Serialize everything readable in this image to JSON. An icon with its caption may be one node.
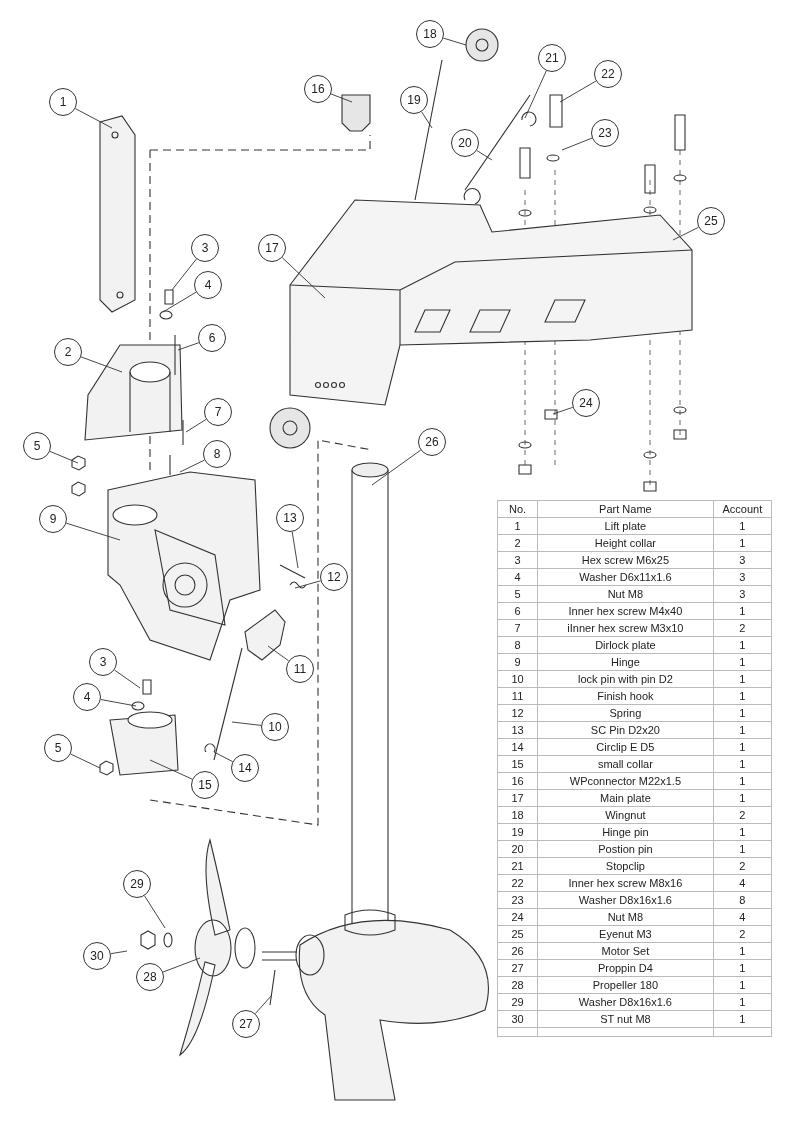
{
  "diagram": {
    "nodes": [
      {
        "text": [
          "1"
        ]
      },
      {
        "text": [
          "16"
        ]
      },
      {
        "text": [
          "18"
        ]
      },
      {
        "text": [
          "19"
        ]
      },
      {
        "text": [
          "21"
        ]
      },
      {
        "text": [
          "20"
        ]
      },
      {
        "text": [
          "22"
        ]
      },
      {
        "text": [
          "23"
        ]
      },
      {
        "text": [
          "17"
        ]
      },
      {
        "text": [
          "25"
        ]
      },
      {
        "text": [
          "3"
        ]
      },
      {
        "text": [
          "4"
        ]
      },
      {
        "text": [
          "6"
        ]
      },
      {
        "text": [
          "2"
        ]
      },
      {
        "text": [
          "7"
        ]
      },
      {
        "text": [
          "24"
        ]
      },
      {
        "text": [
          "26"
        ]
      },
      {
        "text": [
          "5"
        ]
      },
      {
        "text": [
          "8"
        ]
      },
      {
        "text": [
          "9"
        ]
      },
      {
        "text": [
          "13"
        ]
      },
      {
        "text": [
          "12"
        ]
      },
      {
        "text": [
          "11"
        ]
      },
      {
        "text": [
          "3"
        ]
      },
      {
        "text": [
          "4"
        ]
      },
      {
        "text": [
          "10"
        ]
      },
      {
        "text": [
          "5"
        ]
      },
      {
        "text": [
          "14"
        ]
      },
      {
        "text": [
          "15"
        ]
      },
      {
        "text": [
          "29"
        ]
      },
      {
        "text": [
          "30"
        ]
      },
      {
        "text": [
          "28"
        ]
      },
      {
        "text": [
          "27"
        ]
      }
    ],
    "edges": [
      {
        "from": 0,
        "to": null,
        "arrow": "none"
      },
      {
        "from": 1,
        "to": null,
        "arrow": "none"
      },
      {
        "from": 2,
        "to": null,
        "arrow": "none"
      },
      {
        "from": 3,
        "to": null,
        "arrow": "none"
      },
      {
        "from": 4,
        "to": null,
        "arrow": "none"
      },
      {
        "from": 5,
        "to": null,
        "arrow": "none"
      },
      {
        "from": 6,
        "to": null,
        "arrow": "none"
      },
      {
        "from": 7,
        "to": null,
        "arrow": "none"
      },
      {
        "from": 8,
        "to": null,
        "arrow": "none"
      },
      {
        "from": 9,
        "to": null,
        "arrow": "none"
      },
      {
        "from": 10,
        "to": null,
        "arrow": "none"
      },
      {
        "from": 11,
        "to": null,
        "arrow": "none"
      },
      {
        "from": 12,
        "to": null,
        "arrow": "none"
      },
      {
        "from": 13,
        "to": null,
        "arrow": "none"
      },
      {
        "from": 14,
        "to": null,
        "arrow": "none"
      },
      {
        "from": 15,
        "to": null,
        "arrow": "none"
      },
      {
        "from": 16,
        "to": null,
        "arrow": "none"
      },
      {
        "from": 17,
        "to": null,
        "arrow": "none"
      },
      {
        "from": 18,
        "to": null,
        "arrow": "none"
      },
      {
        "from": 19,
        "to": null,
        "arrow": "none"
      },
      {
        "from": 20,
        "to": null,
        "arrow": "none"
      },
      {
        "from": 21,
        "to": null,
        "arrow": "none"
      },
      {
        "from": 22,
        "to": null,
        "arrow": "none"
      },
      {
        "from": 23,
        "to": null,
        "arrow": "none"
      },
      {
        "from": 24,
        "to": null,
        "arrow": "none"
      },
      {
        "from": 25,
        "to": null,
        "arrow": "none"
      },
      {
        "from": 26,
        "to": null,
        "arrow": "none"
      },
      {
        "from": 27,
        "to": null,
        "arrow": "none"
      },
      {
        "from": 28,
        "to": null,
        "arrow": "none"
      },
      {
        "from": 29,
        "to": null,
        "arrow": "none"
      },
      {
        "from": 30,
        "to": null,
        "arrow": "none"
      },
      {
        "from": 31,
        "to": null,
        "arrow": "none"
      },
      {
        "from": 32,
        "to": null,
        "arrow": "none"
      }
    ],
    "labels": [
      "No.",
      "Part Name",
      "Account",
      "1",
      "Lift plate",
      "1",
      "2",
      "Height collar",
      "1",
      "3",
      "Hex screw M6x25",
      "3",
      "4",
      "Washer D6x11x1.6",
      "3",
      "5",
      "Nut M8",
      "3",
      "6",
      "Inner hex screw M4x40",
      "1",
      "7",
      "iInner hex screw M3x10",
      "2",
      "8",
      "Dirlock plate",
      "1",
      "9",
      "Hinge",
      "1",
      "10",
      "lock pin with pin D2",
      "1",
      "11",
      "Finish hook",
      "1",
      "12",
      "Spring",
      "1",
      "13",
      "SC Pin D2x20",
      "1",
      "14",
      "Circlip E D5",
      "1",
      "15",
      "small collar",
      "1",
      "16",
      "WPconnector M22x1.5",
      "1",
      "17",
      "Main plate",
      "1",
      "18",
      "Wingnut",
      "2",
      "19",
      "Hinge pin",
      "1",
      "20",
      "Postion pin",
      "1",
      "21",
      "Stopclip",
      "2",
      "22",
      "Inner hex screw M8x16",
      "4",
      "23",
      "Washer D8x16x1.6",
      "8",
      "24",
      "Nut M8",
      "4",
      "25",
      "Eyenut M3",
      "2",
      "26",
      "Motor Set",
      "1",
      "27",
      "Proppin D4",
      "1",
      "28",
      "Propeller 180",
      "1",
      "29",
      "Washer D8x16x1.6",
      "1",
      "30",
      "ST nut M8",
      "1"
    ]
  }
}
